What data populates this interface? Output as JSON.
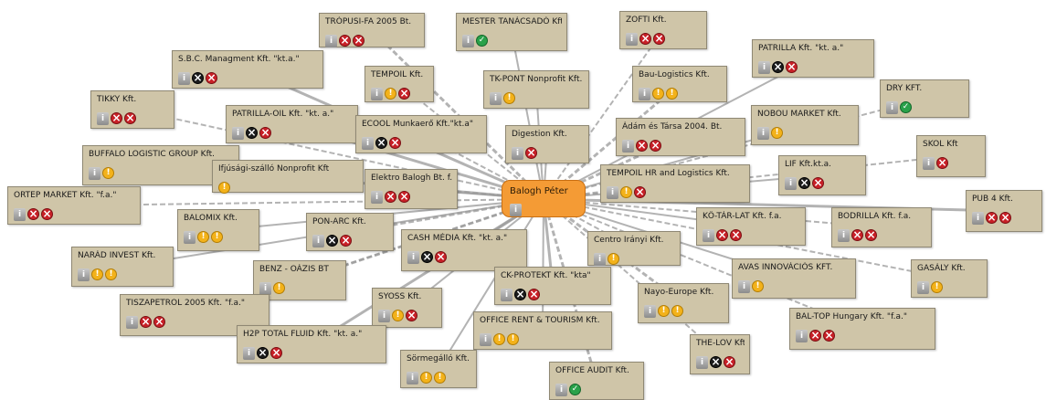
{
  "center": {
    "label": "Balogh Péter",
    "icons": [
      "info"
    ]
  },
  "nodes": [
    {
      "id": "n1",
      "label": "TRÓPUSI-FA 2005 Bt.",
      "icons": [
        "info",
        "red",
        "red"
      ]
    },
    {
      "id": "n2",
      "label": "MESTER TANÁCSADÓ Kft.",
      "icons": [
        "info",
        "green"
      ]
    },
    {
      "id": "n3",
      "label": "ZOFTI Kft.",
      "icons": [
        "info",
        "red",
        "red"
      ]
    },
    {
      "id": "n4",
      "label": "S.B.C. Managment Kft. \"kt.a.\"",
      "icons": [
        "info",
        "black",
        "red"
      ]
    },
    {
      "id": "n5",
      "label": "TEMPOIL Kft.",
      "icons": [
        "info",
        "yellow",
        "red"
      ]
    },
    {
      "id": "n6",
      "label": "TK-PONT Nonprofit Kft.",
      "icons": [
        "info",
        "yellow"
      ]
    },
    {
      "id": "n7",
      "label": "Bau-Logistics Kft.",
      "icons": [
        "info",
        "yellow",
        "yellow"
      ]
    },
    {
      "id": "n8",
      "label": "PATRILLA Kft. \"kt. a.\"",
      "icons": [
        "info",
        "black",
        "red"
      ]
    },
    {
      "id": "n9",
      "label": "TIKKY Kft.",
      "icons": [
        "info",
        "red",
        "red"
      ]
    },
    {
      "id": "n10",
      "label": "PATRILLA-OIL Kft. \"kt. a.\"",
      "icons": [
        "info",
        "black",
        "red"
      ]
    },
    {
      "id": "n11",
      "label": "ECOOL Munkaerő Kft.\"kt.a\"",
      "icons": [
        "info",
        "black",
        "red"
      ]
    },
    {
      "id": "n12",
      "label": "Digestion Kft.",
      "icons": [
        "info",
        "red"
      ]
    },
    {
      "id": "n13",
      "label": "Ádám és Társa 2004. Bt.",
      "icons": [
        "info",
        "red",
        "red"
      ]
    },
    {
      "id": "n14",
      "label": "NOBOU MARKET Kft.",
      "icons": [
        "info",
        "yellow"
      ]
    },
    {
      "id": "n15",
      "label": "DRY KFT.",
      "icons": [
        "info",
        "green"
      ]
    },
    {
      "id": "n16",
      "label": "BUFFALO LOGISTIC GROUP Kft.",
      "icons": [
        "info",
        "yellow"
      ]
    },
    {
      "id": "n17",
      "label": "Ifjúsági-szálló Nonprofit Kft",
      "icons": [
        "yellow"
      ]
    },
    {
      "id": "n18",
      "label": "Elektro Balogh Bt. f. a .",
      "icons": [
        "info",
        "red",
        "red"
      ]
    },
    {
      "id": "n19",
      "label": "TEMPOIL HR and Logistics Kft.",
      "icons": [
        "info",
        "yellow",
        "red"
      ]
    },
    {
      "id": "n20",
      "label": "LIF Kft.kt.a.",
      "icons": [
        "info",
        "black",
        "red"
      ]
    },
    {
      "id": "n21",
      "label": "SKOL Kft",
      "icons": [
        "info",
        "red"
      ]
    },
    {
      "id": "n22",
      "label": "PUB 4 Kft.",
      "icons": [
        "info",
        "red",
        "red"
      ]
    },
    {
      "id": "n23",
      "label": "ORTEP MARKET Kft. \"f.a.\"",
      "icons": [
        "info",
        "red",
        "red"
      ]
    },
    {
      "id": "n24",
      "label": "BALOMIX Kft.",
      "icons": [
        "info",
        "yellow",
        "yellow"
      ]
    },
    {
      "id": "n25",
      "label": "PON-ARC Kft.",
      "icons": [
        "info",
        "black",
        "red"
      ]
    },
    {
      "id": "n26",
      "label": "KŐ-TÁR-LAT Kft. f.a.",
      "icons": [
        "info",
        "red",
        "red"
      ]
    },
    {
      "id": "n27",
      "label": "BODRILLA Kft. f.a.",
      "icons": [
        "info",
        "red",
        "red"
      ]
    },
    {
      "id": "n28",
      "label": "CASH MÉDIA Kft. \"kt. a.\"",
      "icons": [
        "info",
        "black",
        "red"
      ]
    },
    {
      "id": "n29",
      "label": "Centro Irányi Kft.",
      "icons": [
        "info",
        "yellow"
      ]
    },
    {
      "id": "n30",
      "label": "NARÁD INVEST Kft.",
      "icons": [
        "info",
        "yellow",
        "yellow"
      ]
    },
    {
      "id": "n31",
      "label": "BENZ - OÁZIS BT",
      "icons": [
        "info",
        "yellow"
      ]
    },
    {
      "id": "n32",
      "label": "AVAS INNOVÁCIÓS KFT.",
      "icons": [
        "info",
        "yellow"
      ]
    },
    {
      "id": "n33",
      "label": "GASÁLY Kft.",
      "icons": [
        "info",
        "yellow"
      ]
    },
    {
      "id": "n34",
      "label": "CK-PROTEKT Kft. \"kta\"",
      "icons": [
        "info",
        "black",
        "red"
      ]
    },
    {
      "id": "n35",
      "label": "TISZAPETROL 2005 Kft. \"f.a.\"",
      "icons": [
        "info",
        "red",
        "red"
      ]
    },
    {
      "id": "n36",
      "label": "SYOSS Kft.",
      "icons": [
        "info",
        "yellow",
        "red"
      ]
    },
    {
      "id": "n37",
      "label": "Nayo-Europe Kft.",
      "icons": [
        "info",
        "yellow",
        "yellow"
      ]
    },
    {
      "id": "n38",
      "label": "OFFICE RENT & TOURISM Kft.",
      "icons": [
        "info",
        "yellow",
        "yellow"
      ]
    },
    {
      "id": "n39",
      "label": "BAL-TOP Hungary Kft. \"f.a.\"",
      "icons": [
        "info",
        "red",
        "red"
      ]
    },
    {
      "id": "n40",
      "label": "H2P TOTAL FLUID Kft. \"kt. a.\"",
      "icons": [
        "info",
        "black",
        "red"
      ]
    },
    {
      "id": "n41",
      "label": "THE-LOV Kft.",
      "icons": [
        "info",
        "black",
        "red"
      ]
    },
    {
      "id": "n42",
      "label": "Sörmegálló Kft.",
      "icons": [
        "info",
        "yellow",
        "yellow"
      ]
    },
    {
      "id": "n43",
      "label": "OFFICE AUDIT Kft.",
      "icons": [
        "info",
        "green"
      ]
    }
  ],
  "icon_names": {
    "info": "info-icon",
    "red": "red-x-icon",
    "black": "black-x-icon",
    "yellow": "yellow-warning-icon",
    "green": "green-check-icon"
  },
  "colors": {
    "node_bg": "#cfc5a8",
    "center_bg": "#f49b35",
    "edge": "#9a9a9a"
  }
}
